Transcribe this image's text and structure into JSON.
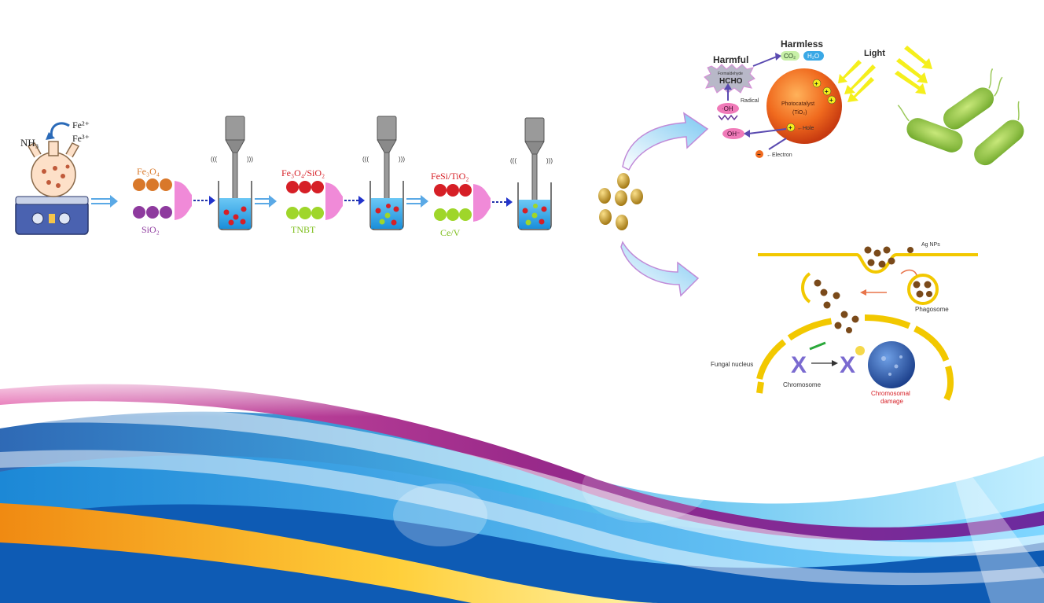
{
  "synthesis": {
    "reagent_ammonia": "NH₃",
    "reagent_iron": [
      "Fe²⁺",
      "Fe³⁺"
    ],
    "step1_top_label": "Fe₃O₄",
    "step1_bottom_label": "SiO₂",
    "step2_top_label": "Fe₃O₄/SiO₂",
    "step2_bottom_label": "TNBT",
    "step3_top_label": "FeSi/TiO₂",
    "step3_bottom_label": "Ce/V",
    "ultrasound_symbol_left": "(((",
    "ultrasound_symbol_right": ")))"
  },
  "photocatalysis": {
    "harmful_label": "Harmful",
    "formaldehyde_label": "Formaldehyde",
    "formaldehyde_formula": "HCHO",
    "harmless_label": "Harmless",
    "co2_label": "CO₂",
    "h2o_label": "H₂O",
    "light_label": "Light",
    "radical_label": "Radical",
    "oh_radical_label": "·OH",
    "oh_minus_label": "OH⁻",
    "catalyst_label_line1": "Photocatalyst",
    "catalyst_label_line2": "(TiO₂)",
    "hole_label": "←Hole",
    "electron_label": "←Electron",
    "plus_sign": "+",
    "minus_sign": "−"
  },
  "antifungal": {
    "ag_label": "Ag NPs",
    "phagosome_label": "Phagosome",
    "nucleus_label": "Fungal nucleus",
    "chromosome_label": "Chromosome",
    "damage_label_line1": "Chromosomal",
    "damage_label_line2": "damage",
    "chromosome_glyph": "X"
  },
  "colors": {
    "arrow_blue": "#5aa9e6",
    "particle_gold": "#c9a230",
    "catalyst_orange": "#ee5a1e",
    "light_yellow": "#f5ef1c",
    "bacteria_green": "#8fc63f",
    "membrane_yellow": "#f2c800",
    "label_red": "#d61f26",
    "label_purple": "#8e3a9e",
    "label_green": "#7fbf1e",
    "label_orange": "#d9782a",
    "cone_pink": "#f08ad8"
  }
}
